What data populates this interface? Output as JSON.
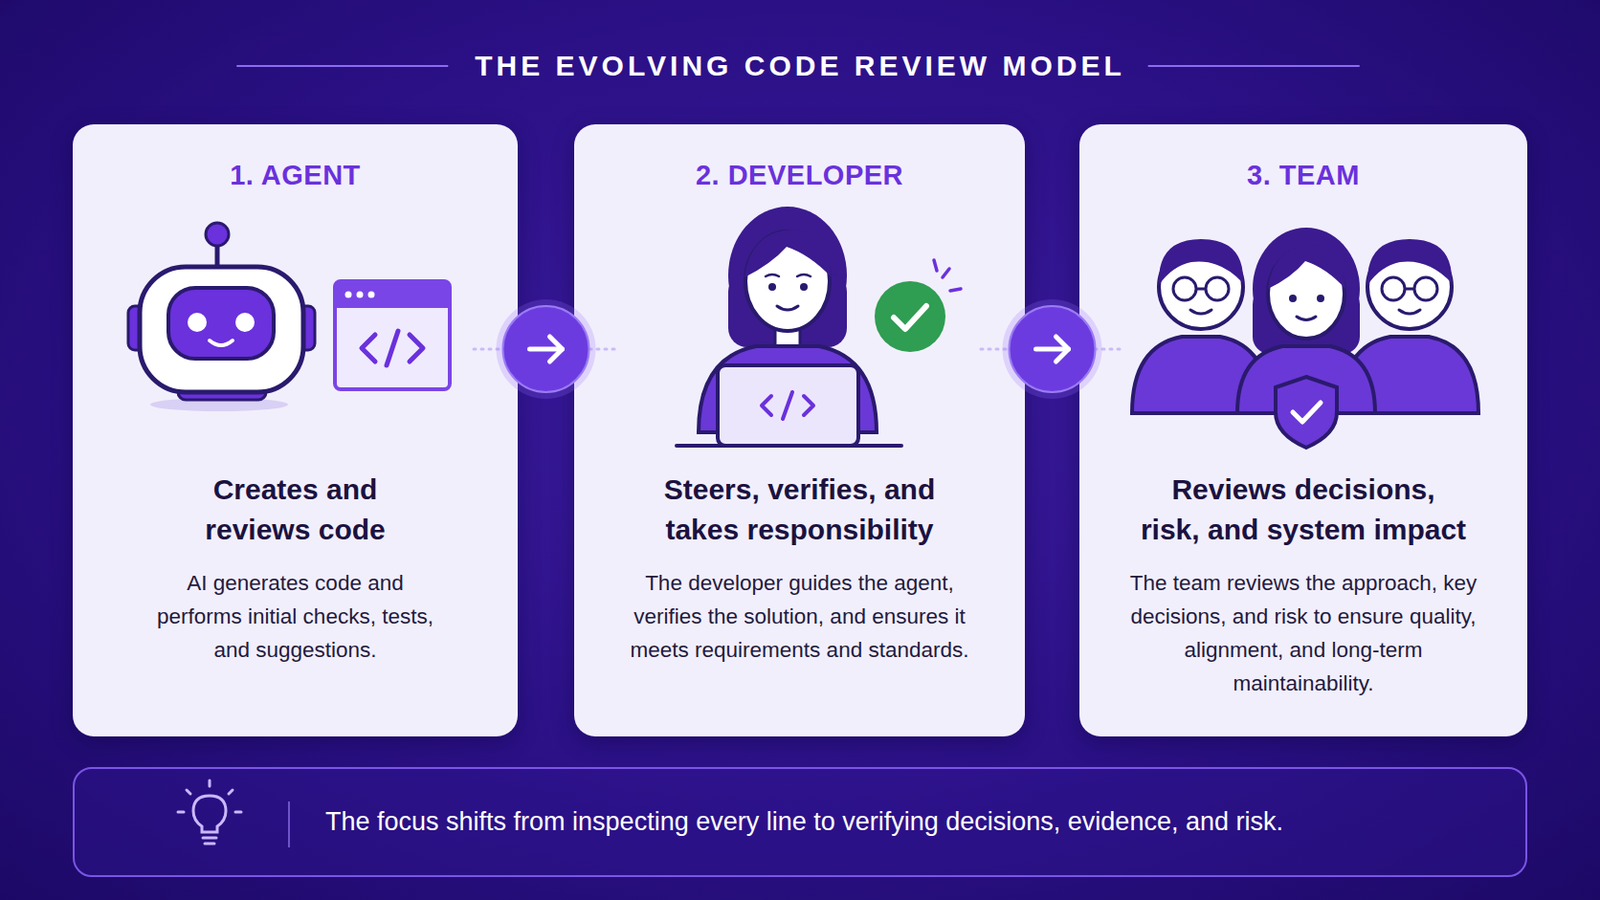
{
  "diagram": {
    "title": "THE EVOLVING CODE REVIEW MODEL",
    "nodes": [
      {
        "text": [
          "1. AGENT",
          "Creates and reviews code",
          "AI generates code and performs initial checks, tests, and suggestions."
        ]
      },
      {
        "text": [
          "2. DEVELOPER",
          "Steers, verifies, and takes responsibility",
          "The developer guides the agent, verifies the solution, and ensures it meets requirements and standards."
        ]
      },
      {
        "text": [
          "3. TEAM",
          "Reviews decisions, risk, and system impact",
          "The team reviews the approach, key decisions, and risk to ensure quality, alignment, and long-term maintainability."
        ]
      },
      {
        "text": [
          "The focus shifts from inspecting every line to verifying decisions, evidence, and risk."
        ]
      }
    ],
    "edges": [
      {
        "from": 0,
        "to": 1,
        "arrow": "to"
      },
      {
        "from": 1,
        "to": 2,
        "arrow": "to"
      }
    ]
  }
}
